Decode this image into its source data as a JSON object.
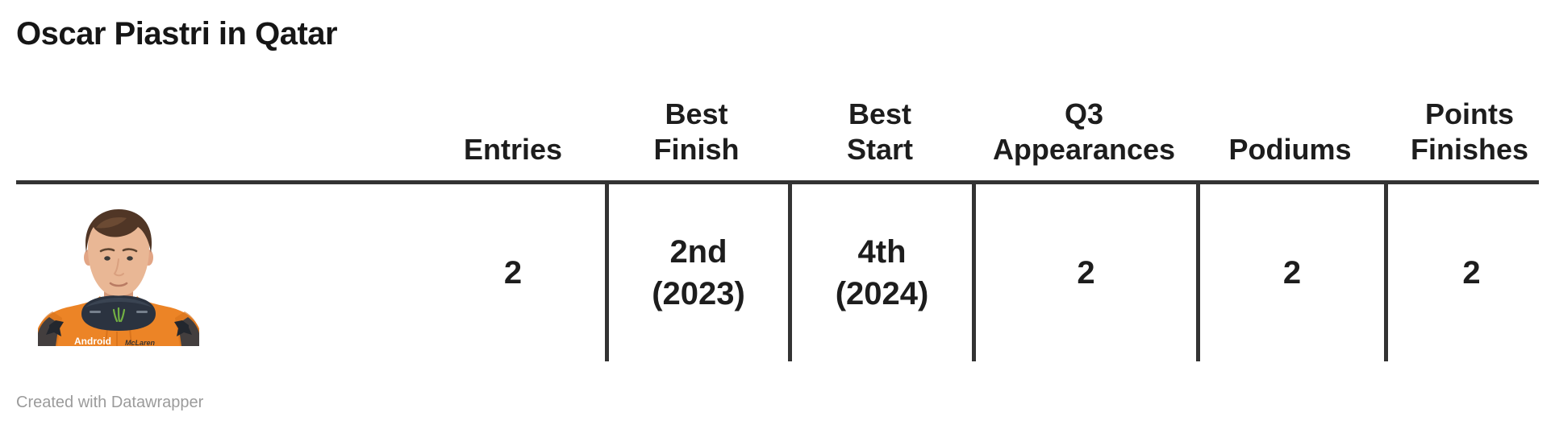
{
  "title": "Oscar Piastri in Qatar",
  "chart_data": {
    "type": "table",
    "title": "Oscar Piastri in Qatar",
    "columns": [
      "",
      "Entries",
      "Best Finish",
      "Best Start",
      "Q3 Appearances",
      "Podiums",
      "Points Finishes"
    ],
    "rows": [
      {
        "driver_photo": "oscar-piastri-portrait",
        "cells": [
          "2",
          "2nd (2023)",
          "4th (2024)",
          "2",
          "2",
          "2"
        ]
      }
    ],
    "layout_hints": {
      "header_rule": true,
      "column_dividers_between_stat_columns": true,
      "row_label_is_photo": true
    }
  },
  "display": {
    "headers": {
      "driver": "",
      "entries": "Entries",
      "best_finish": "Best\nFinish",
      "best_start": "Best\nStart",
      "q3_appearances": "Q3\nAppearances",
      "podiums": "Podiums",
      "points_finishes": "Points\nFinishes"
    },
    "values": {
      "entries": "2",
      "best_finish": "2nd\n(2023)",
      "best_start": "4th\n(2024)",
      "q3_appearances": "2",
      "podiums": "2",
      "points_finishes": "2"
    }
  },
  "footer": {
    "credit": "Created with Datawrapper"
  },
  "icons": {
    "driver_photo": "oscar-piastri-portrait"
  },
  "colors": {
    "border": "#333333",
    "title_text": "#161616",
    "cell_text": "#1d1d1d",
    "credit_text": "#9b9b9b",
    "suit_orange": "#ec8426",
    "suit_orange_shade": "#d9731c",
    "collar_navy": "#2b3340",
    "hair_brown": "#503626",
    "skin": "#e9b795",
    "monster_green": "#72b043"
  }
}
